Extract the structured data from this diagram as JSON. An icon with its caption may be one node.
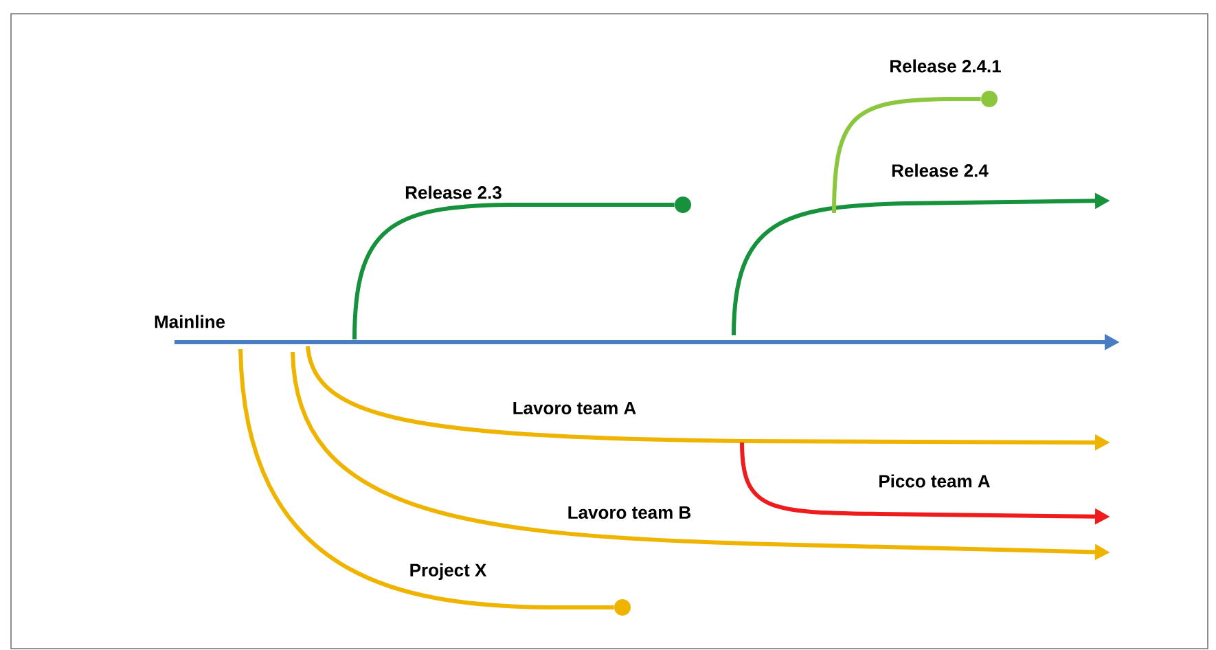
{
  "diagram": {
    "nodes": [
      {
        "text": [],
        "shape": "circle"
      },
      {
        "text": [],
        "shape": "circle"
      },
      {
        "text": [],
        "shape": "circle"
      }
    ],
    "edges": [
      {
        "from": null,
        "to": 0,
        "arrow": "none",
        "label": "Release 2.4.1",
        "color": "#8cc63e"
      },
      {
        "from": null,
        "to": 1,
        "arrow": "none",
        "label": "Release 2.3",
        "color": "#16913c"
      },
      {
        "from": null,
        "to": 2,
        "arrow": "none",
        "label": "Project X",
        "color": "#efb400"
      }
    ],
    "labels": [
      "Release 2.4",
      "Mainline",
      "Lavoro team A",
      "Picco team A",
      "Lavoro team B"
    ]
  }
}
